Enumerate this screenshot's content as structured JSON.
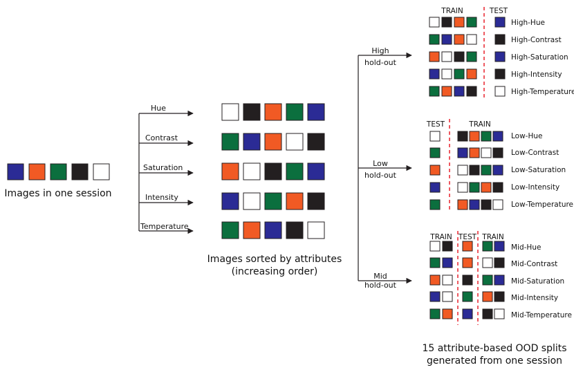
{
  "colors": {
    "blue": "#2b2b95",
    "orange": "#f15a24",
    "green": "#0b6f3e",
    "black": "#231f20",
    "white": "#ffffff",
    "line": "#231f20",
    "divider": "#e8212b"
  },
  "session": {
    "label": "Images in one session",
    "squares": [
      "blue",
      "orange",
      "green",
      "black",
      "white"
    ]
  },
  "sorted": {
    "caption_line1": "Images sorted by attributes",
    "caption_line2": "(increasing order)",
    "rows": [
      {
        "attribute": "Hue",
        "squares": [
          "white",
          "black",
          "orange",
          "green",
          "blue"
        ]
      },
      {
        "attribute": "Contrast",
        "squares": [
          "green",
          "blue",
          "orange",
          "white",
          "black"
        ]
      },
      {
        "attribute": "Saturation",
        "squares": [
          "orange",
          "white",
          "black",
          "green",
          "blue"
        ]
      },
      {
        "attribute": "Intensity",
        "squares": [
          "blue",
          "white",
          "green",
          "orange",
          "black"
        ]
      },
      {
        "attribute": "Temperature",
        "squares": [
          "green",
          "orange",
          "blue",
          "black",
          "white"
        ]
      }
    ]
  },
  "holdouts": {
    "high": {
      "branch_line1": "High",
      "branch_line2": "hold-out",
      "train_header": "TRAIN",
      "test_header": "TEST",
      "rows": [
        {
          "train": [
            "white",
            "black",
            "orange",
            "green"
          ],
          "test": [
            "blue"
          ],
          "label": "High-Hue"
        },
        {
          "train": [
            "green",
            "blue",
            "orange",
            "white"
          ],
          "test": [
            "black"
          ],
          "label": "High-Contrast"
        },
        {
          "train": [
            "orange",
            "white",
            "black",
            "green"
          ],
          "test": [
            "blue"
          ],
          "label": "High-Saturation"
        },
        {
          "train": [
            "blue",
            "white",
            "green",
            "orange"
          ],
          "test": [
            "black"
          ],
          "label": "High-Intensity"
        },
        {
          "train": [
            "green",
            "orange",
            "blue",
            "black"
          ],
          "test": [
            "white"
          ],
          "label": "High-Temperature"
        }
      ]
    },
    "low": {
      "branch_line1": "Low",
      "branch_line2": "hold-out",
      "test_header": "TEST",
      "train_header": "TRAIN",
      "rows": [
        {
          "test": [
            "white"
          ],
          "train": [
            "black",
            "orange",
            "green",
            "blue"
          ],
          "label": "Low-Hue"
        },
        {
          "test": [
            "green"
          ],
          "train": [
            "blue",
            "orange",
            "white",
            "black"
          ],
          "label": "Low-Contrast"
        },
        {
          "test": [
            "orange"
          ],
          "train": [
            "white",
            "black",
            "green",
            "blue"
          ],
          "label": "Low-Saturation"
        },
        {
          "test": [
            "blue"
          ],
          "train": [
            "white",
            "green",
            "orange",
            "black"
          ],
          "label": "Low-Intensity"
        },
        {
          "test": [
            "green"
          ],
          "train": [
            "orange",
            "blue",
            "black",
            "white"
          ],
          "label": "Low-Temperature"
        }
      ]
    },
    "mid": {
      "branch_line1": "Mid",
      "branch_line2": "hold-out",
      "train_left_header": "TRAIN",
      "test_header": "TEST",
      "train_right_header": "TRAIN",
      "rows": [
        {
          "train_left": [
            "white",
            "black"
          ],
          "test": [
            "orange"
          ],
          "train_right": [
            "green",
            "blue"
          ],
          "label": "Mid-Hue"
        },
        {
          "train_left": [
            "green",
            "blue"
          ],
          "test": [
            "orange"
          ],
          "train_right": [
            "white",
            "black"
          ],
          "label": "Mid-Contrast"
        },
        {
          "train_left": [
            "orange",
            "white"
          ],
          "test": [
            "black"
          ],
          "train_right": [
            "green",
            "blue"
          ],
          "label": "Mid-Saturation"
        },
        {
          "train_left": [
            "blue",
            "white"
          ],
          "test": [
            "green"
          ],
          "train_right": [
            "orange",
            "black"
          ],
          "label": "Mid-Intensity"
        },
        {
          "train_left": [
            "green",
            "orange"
          ],
          "test": [
            "blue"
          ],
          "train_right": [
            "black",
            "white"
          ],
          "label": "Mid-Temperature"
        }
      ]
    }
  },
  "footer": {
    "line1": "15 attribute-based OOD splits",
    "line2": "generated from one session"
  }
}
